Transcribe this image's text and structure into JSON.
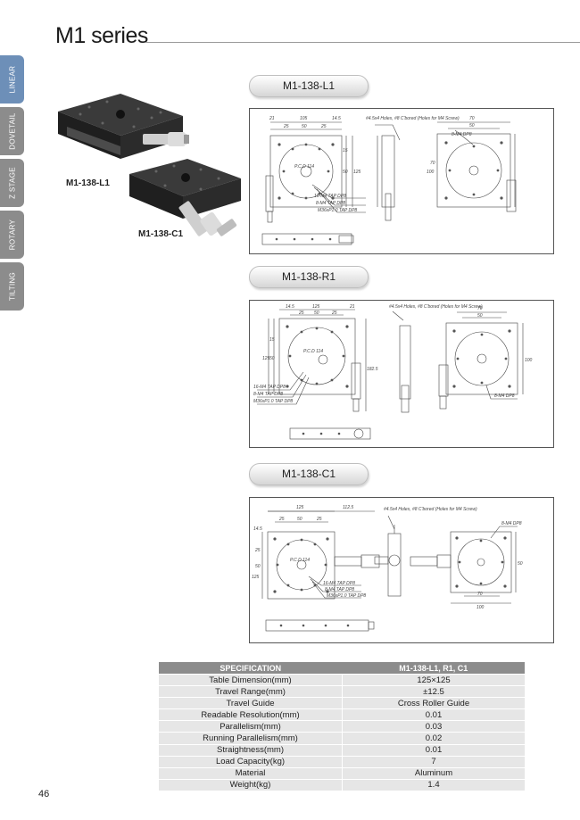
{
  "header": {
    "title": "M1 series"
  },
  "side_tabs": [
    "LINEAR",
    "DOVETAIL",
    "Z STAGE",
    "ROTARY",
    "TILTING"
  ],
  "photo": {
    "label_l1": "M1-138-L1",
    "label_c1": "M1-138-C1"
  },
  "models": [
    {
      "name": "M1-138-L1",
      "dims_top": [
        "21",
        "105",
        "14.5"
      ],
      "dims_inner": [
        "25",
        "50",
        "25"
      ],
      "dims_side": [
        "15",
        "50",
        "125"
      ],
      "note": "#4.5x4 Holes, #8 C'bored (Holes for M4 Screw)",
      "callouts": [
        "16-M4 TAP DP8",
        "8-M4 TAP DP8",
        "M36xP1.0 TAP DP8"
      ],
      "circle": "P.C.D 114",
      "right_dims": [
        "70",
        "50",
        "100",
        "70"
      ],
      "right_callout": "8-M4 DP8"
    },
    {
      "name": "M1-138-R1",
      "dims_top": [
        "14.5",
        "125",
        "21"
      ],
      "dims_inner": [
        "25",
        "50",
        "25"
      ],
      "dims_side": [
        "15",
        "50",
        "125",
        "182.5"
      ],
      "note": "#4.5x4 Holes, #8 C'bored (Holes for M4 Screw)",
      "callouts": [
        "16-M4 TAP DP8",
        "8-M4 TAP DP8",
        "M36xP1.0 TAP DP8"
      ],
      "circle": "P.C.D 114",
      "right_dims": [
        "70",
        "50",
        "100"
      ],
      "right_callout": "8-M4 DP8"
    },
    {
      "name": "M1-138-C1",
      "dims_top": [
        "125",
        "112.5"
      ],
      "dims_inner": [
        "25",
        "50",
        "25"
      ],
      "dims_side": [
        "14.5",
        "25",
        "50",
        "125"
      ],
      "note": "#4.5x4 Holes, #8 C'bored (Holes for M4 Screw)",
      "callouts": [
        "16-M4 TAP DP8",
        "8-M4 TAP DP8",
        "M36xP1.0 TAP DP8"
      ],
      "circle": "P.C.D 114",
      "right_dims": [
        "50",
        "70",
        "100"
      ],
      "right_callout": "8-M4 DP8"
    }
  ],
  "spec": {
    "header": [
      "SPECIFICATION",
      "M1-138-L1, R1, C1"
    ],
    "rows": [
      [
        "Table Dimension(mm)",
        "125×125"
      ],
      [
        "Travel Range(mm)",
        "±12.5"
      ],
      [
        "Travel Guide",
        "Cross Roller Guide"
      ],
      [
        "Readable Resolution(mm)",
        "0.01"
      ],
      [
        "Parallelism(mm)",
        "0.03"
      ],
      [
        "Running Parallelism(mm)",
        "0.02"
      ],
      [
        "Straightness(mm)",
        "0.01"
      ],
      [
        "Load Capacity(kg)",
        "7"
      ],
      [
        "Material",
        "Aluminum"
      ],
      [
        "Weight(kg)",
        "1.4"
      ]
    ]
  },
  "page_number": "46",
  "colors": {
    "tab_active": "#6d8fb8",
    "tab": "#8c8c8c",
    "table_header": "#8c8c8c",
    "table_row": "#e6e6e6"
  }
}
